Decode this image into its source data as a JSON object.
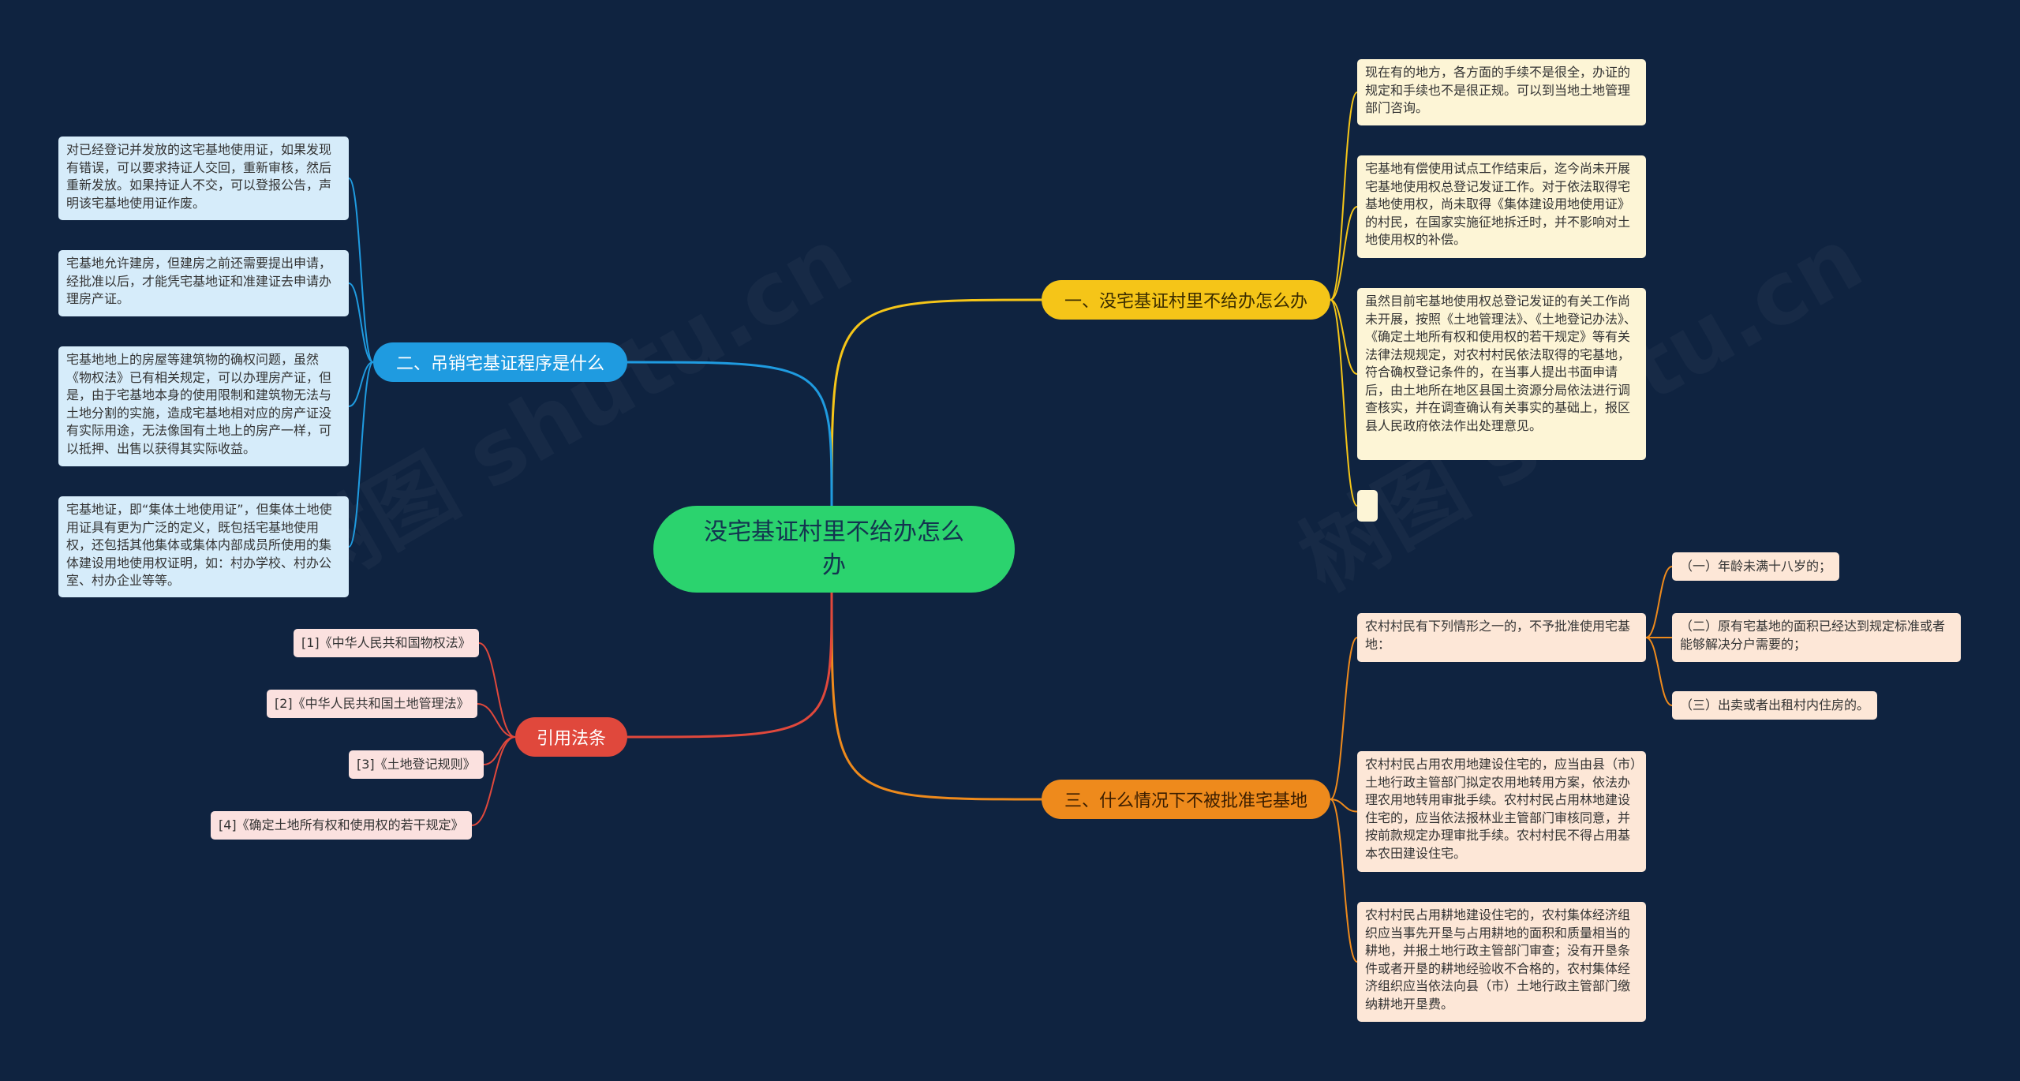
{
  "watermark": [
    "树图 shutu.cn",
    "树图 shutu.cn"
  ],
  "root": {
    "label": "没宅基证村里不给办怎么办"
  },
  "branches": {
    "b1": {
      "label": "一、没宅基证村里不给办怎么办",
      "color": "#f5c518",
      "leaves": [
        "现在有的地方，各方面的手续不是很全，办证的规定和手续也不是很正规。可以到当地土地管理部门咨询。",
        "宅基地有偿使用试点工作结束后，迄今尚未开展宅基地使用权总登记发证工作。对于依法取得宅基地使用权，尚未取得《集体建设用地使用证》的村民，在国家实施征地拆迁时，并不影响对土地使用权的补偿。",
        "虽然目前宅基地使用权总登记发证的有关工作尚未开展，按照《土地管理法》、《土地登记办法》、《确定土地所有权和使用权的若干规定》等有关法律法规规定，对农村村民依法取得的宅基地，符合确权登记条件的，在当事人提出书面申请后，由土地所在地区县国土资源分局依法进行调查核实，并在调查确认有关事实的基础上，报区县人民政府依法作出处理意见。",
        ""
      ]
    },
    "b2": {
      "label": "二、吊销宅基证程序是什么",
      "color": "#1f9be0",
      "leaves": [
        "对已经登记并发放的这宅基地使用证，如果发现有错误，可以要求持证人交回，重新审核，然后重新发放。如果持证人不交，可以登报公告，声明该宅基地使用证作废。",
        "宅基地允许建房，但建房之前还需要提出申请，经批准以后，才能凭宅基地证和准建证去申请办理房产证。",
        "宅基地地上的房屋等建筑物的确权问题，虽然《物权法》已有相关规定，可以办理房产证，但是，由于宅基地本身的使用限制和建筑物无法与土地分割的实施，造成宅基地相对应的房产证没有实际用途，无法像国有土地上的房产一样，可以抵押、出售以获得其实际收益。",
        "宅基地证，即“集体土地使用证”，但集体土地使用证具有更为广泛的定义，既包括宅基地使用权，还包括其他集体或集体内部成员所使用的集体建设用地使用权证明，如：村办学校、村办公室、村办企业等等。"
      ]
    },
    "b3": {
      "label": "三、什么情况下不被批准宅基地",
      "color": "#ee8a1c",
      "leaves": [
        "农村村民有下列情形之一的，不予批准使用宅基地：",
        "农村村民占用农用地建设住宅的，应当由县（市）土地行政主管部门拟定农用地转用方案，依法办理农用地转用审批手续。农村村民占用林地建设住宅的，应当依法报林业主管部门审核同意，并按前款规定办理审批手续。农村村民不得占用基本农田建设住宅。",
        "农村村民占用耕地建设住宅的，农村集体经济组织应当事先开垦与占用耕地的面积和质量相当的耕地，并报土地行政主管部门审查；没有开垦条件或者开垦的耕地经验收不合格的，农村集体经济组织应当依法向县（市）土地行政主管部门缴纳耕地开垦费。"
      ],
      "sub": [
        "（一）年龄未满十八岁的；",
        "（二）原有宅基地的面积已经达到规定标准或者能够解决分户需要的；",
        "（三）出卖或者出租村内住房的。"
      ]
    },
    "b4": {
      "label": "引用法条",
      "color": "#e0483c",
      "leaves": [
        "[1]《中华人民共和国物权法》",
        "[2]《中华人民共和国土地管理法》",
        "[3]《土地登记规则》",
        "[4]《确定土地所有权和使用权的若干规定》"
      ]
    }
  }
}
